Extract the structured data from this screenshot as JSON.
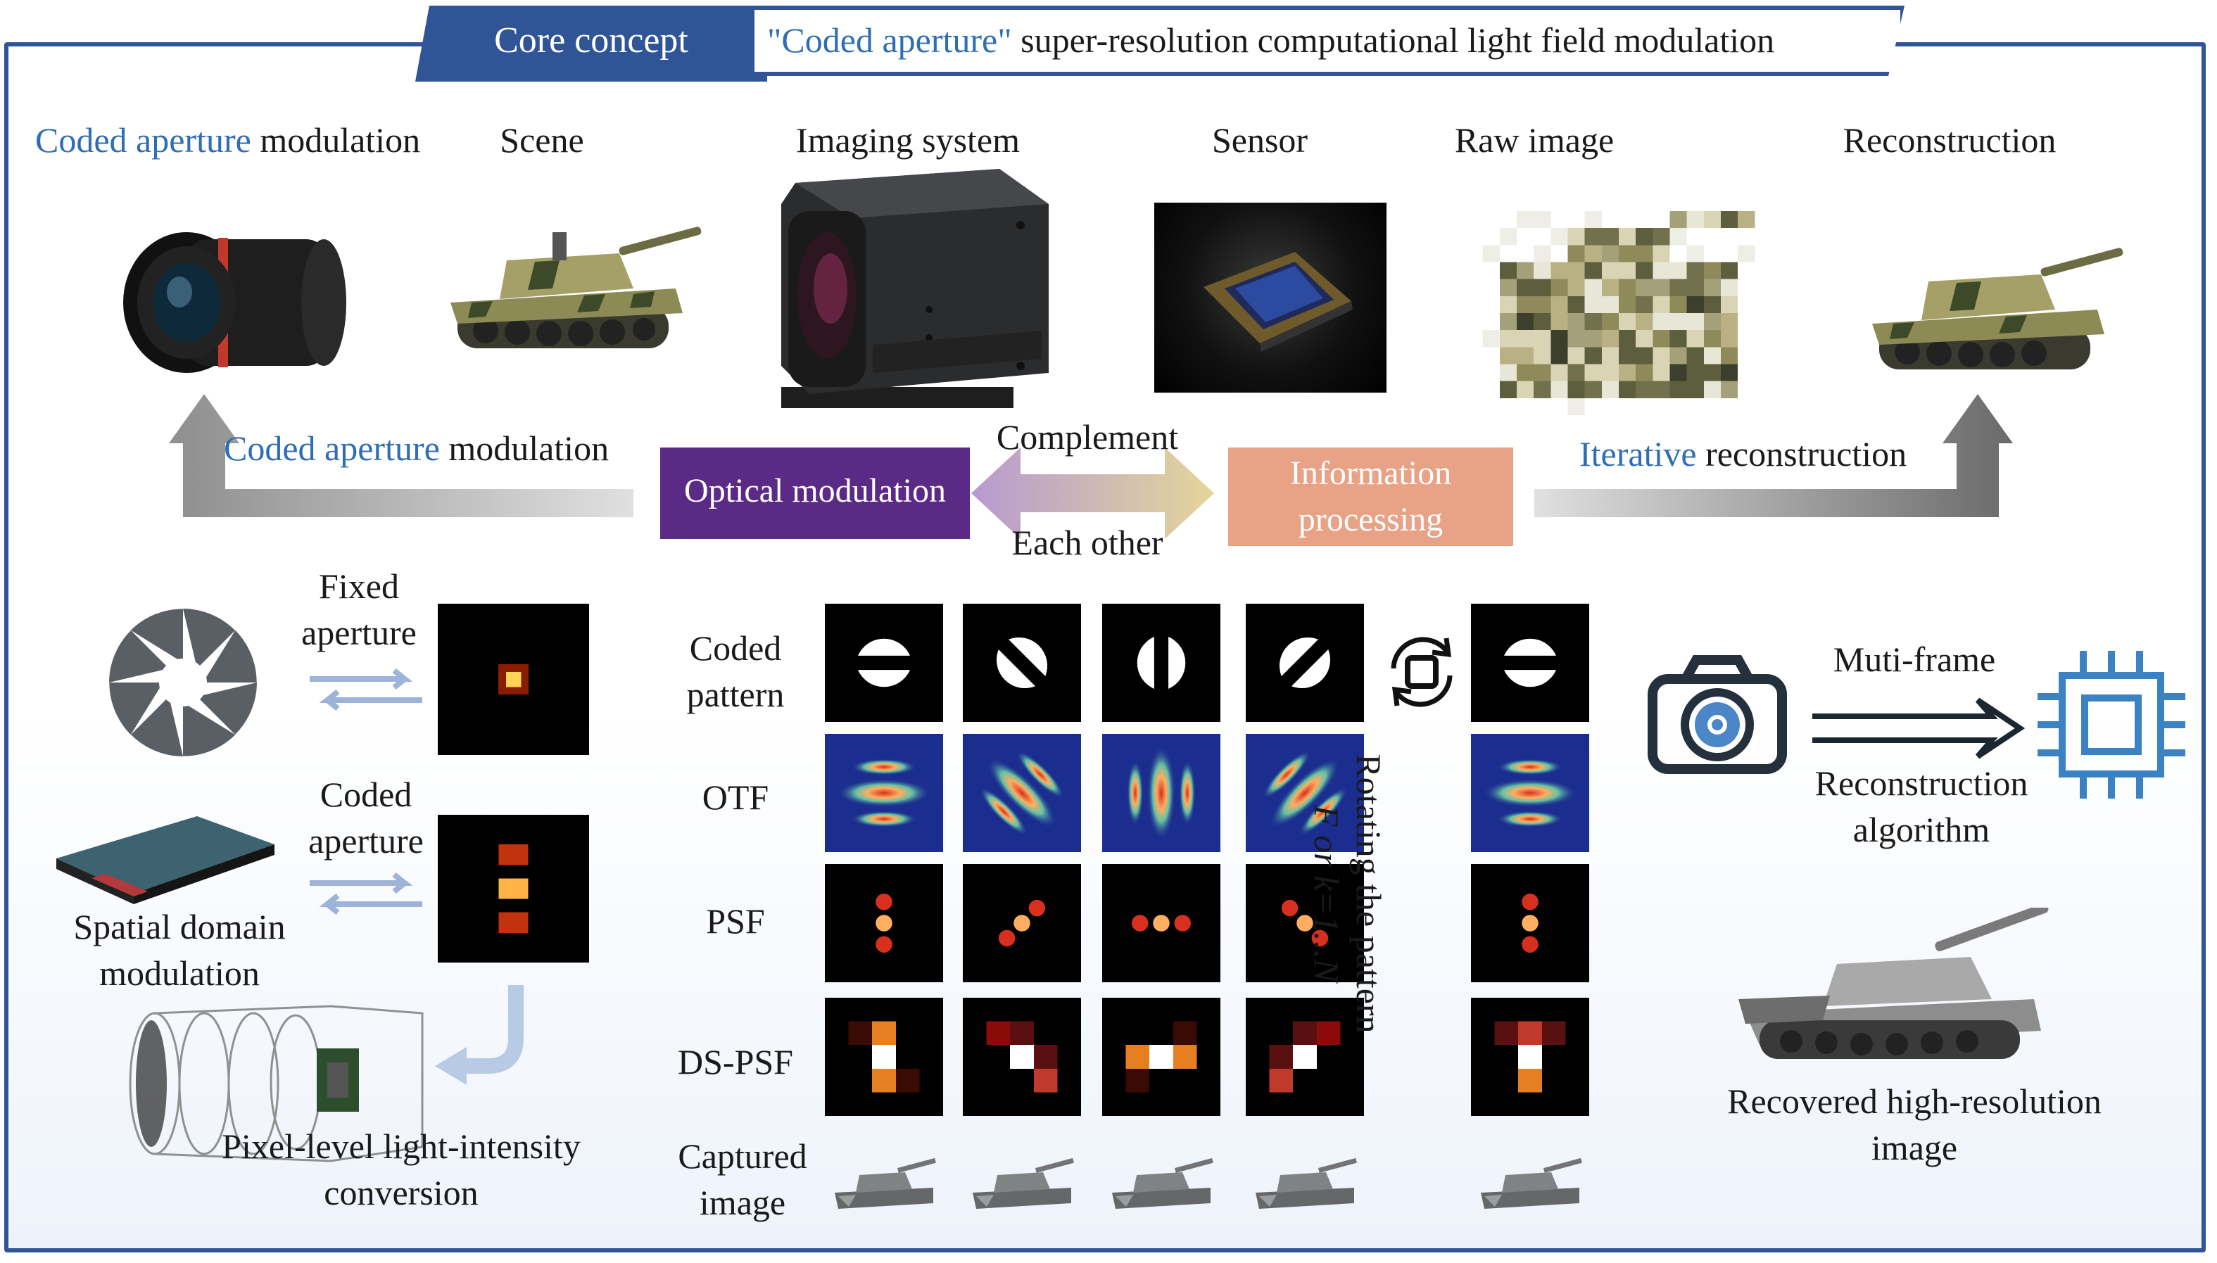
{
  "header": {
    "core_label": "Core concept",
    "title_quoted": "\"Coded aperture\"",
    "title_rest": " super-resolution computational light field modulation"
  },
  "top_row": {
    "coded_aperture_word": "Coded aperture",
    "modulation_word": " modulation",
    "scene": "Scene",
    "imaging_system": "Imaging system",
    "sensor": "Sensor",
    "raw_image": "Raw image",
    "reconstruction": "Reconstruction"
  },
  "middle_row": {
    "left_arrow_blue": "Coded aperture",
    "left_arrow_black": " modulation",
    "optical_modulation": "Optical modulation",
    "complement": "Complement",
    "each_other": "Each other",
    "information_processing": "Information processing",
    "right_arrow_blue": "Iterative",
    "right_arrow_black": " reconstruction"
  },
  "left_panel": {
    "fixed_aperture": "Fixed aperture",
    "coded_aperture": "Coded aperture",
    "spatial_domain": "Spatial domain modulation",
    "pixel_level": "Pixel-level light-intensity conversion"
  },
  "grid": {
    "row_labels": [
      "Coded pattern",
      "OTF",
      "PSF",
      "DS-PSF",
      "Captured image"
    ],
    "rotating_text_1": "Rotating the pattern",
    "rotating_text_2": "F or k=1...N",
    "angles": [
      0,
      45,
      90,
      135,
      180
    ]
  },
  "right_panel": {
    "muti_frame": "Muti-frame",
    "reconstruction_algorithm": "Reconstruction algorithm",
    "recovered": "Recovered high-resolution image"
  },
  "colors": {
    "frame": "#2f5597",
    "optical_modulation_bg": "#5b2a86",
    "information_processing_bg": "#e8a285",
    "accent_blue": "#2f6db5",
    "cpu_blue": "#3b82c4"
  }
}
